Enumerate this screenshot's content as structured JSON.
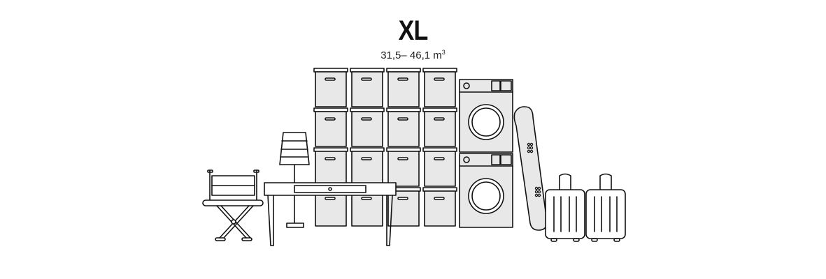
{
  "size": {
    "label": "XL",
    "volume": "31,5– 46,1 m",
    "unit_superscript": "3"
  },
  "illustration": {
    "line_color": "#111111",
    "fill_color": "#e8e8e8",
    "items": [
      "director-chair",
      "floor-lamp",
      "desk",
      "storage-boxes",
      "washing-machine",
      "dryer",
      "snowboard",
      "suitcase",
      "suitcase"
    ]
  }
}
